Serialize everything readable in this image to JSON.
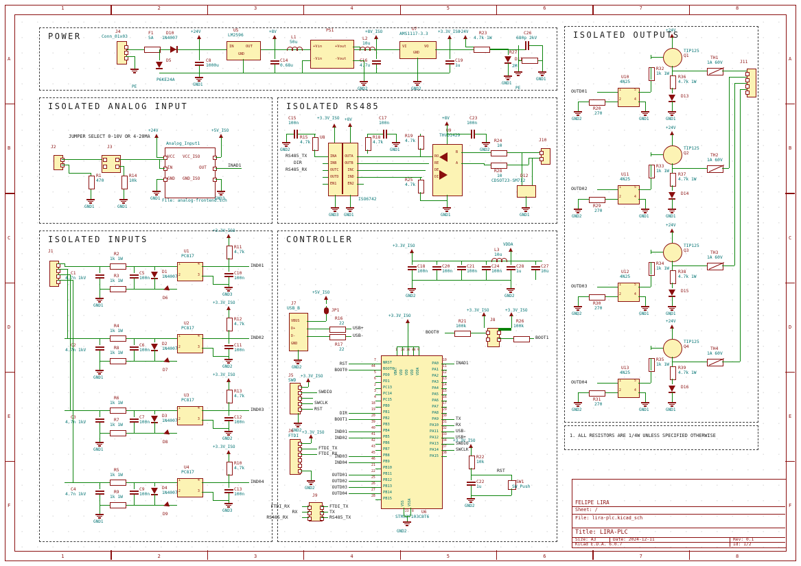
{
  "sheet_border": {
    "columns": [
      "1",
      "2",
      "3",
      "4",
      "5",
      "6",
      "7",
      "8"
    ],
    "rows": [
      "A",
      "B",
      "C",
      "D",
      "E",
      "F"
    ]
  },
  "title_block": {
    "company": "FELIPE LIRA",
    "sheet_label": "Sheet: /",
    "file_label": "File: lira-plc.kicad_sch",
    "title_label": "Title: LIRA-PLC",
    "size_label": "Size: A3",
    "date_label": "Date: 2024-12-11",
    "rev_label": "Rev: 0.1",
    "tool_label": "KiCad E.D.A. 6.0.7",
    "id_label": "Id: 1/2"
  },
  "note_box": {
    "line1": "1. ALL RESISTORS ARE 1/4W UNLESS SPECIFIED OTHERWISE"
  },
  "sections": {
    "power": {
      "title": "POWER"
    },
    "analog": {
      "title": "ISOLATED ANALOG INPUT",
      "note": "JUMPER SELECT 0-10V OR 4-20MA"
    },
    "rs485": {
      "title": "ISOLATED RS485"
    },
    "inputs": {
      "title": "ISOLATED INPUTS"
    },
    "controller": {
      "title": "CONTROLLER"
    },
    "outputs": {
      "title": "ISOLATED OUTPUTS"
    }
  },
  "nets": {
    "p24": "+24V",
    "p8": "+8V",
    "p8iso": "+8V_ISO",
    "p33iso": "+3.3V_ISO",
    "p5iso": "+5V_ISO",
    "vdda": "VDDA",
    "gnd1": "GND1",
    "gnd2": "GND2",
    "gnd3": "GND3",
    "pe": "PE",
    "rst": "RST",
    "boot0": "BOOT0",
    "boot1": "BOOT1",
    "dir": "DIR",
    "tx": "TX",
    "rx": "RX",
    "usbp": "USB+",
    "usbm": "USB-",
    "swdio": "SWDIO",
    "swclk": "SWCLK",
    "ftdi_tx": "FTDI_TX",
    "ftdi_rx": "FTDI_RX",
    "rs485_tx": "RS485_TX",
    "rs485_rx": "RS485_RX",
    "inad1": "INAD1",
    "ind01": "IND01",
    "ind02": "IND02",
    "ind03": "IND03",
    "ind04": "IND04",
    "outd01": "OUTD01",
    "outd02": "OUTD02",
    "outd03": "OUTD03",
    "outd04": "OUTD04"
  },
  "components": {
    "J4": {
      "ref": "J4",
      "value": "Conn_01x03"
    },
    "F1": {
      "ref": "F1",
      "value": "5A"
    },
    "D10": {
      "ref": "D10",
      "value": "1N4007"
    },
    "D5": {
      "ref": "D5",
      "value": "P6KE24A"
    },
    "C8": {
      "ref": "C8",
      "value": "1000u"
    },
    "U5": {
      "ref": "U5",
      "value": "LM2596"
    },
    "C14": {
      "ref": "C14",
      "value": "0.68u"
    },
    "L1": {
      "ref": "L1",
      "value": "50u"
    },
    "PS1": {
      "ref": "PS1",
      "value": ""
    },
    "L2": {
      "ref": "L2",
      "value": "10u"
    },
    "C16": {
      "ref": "C16",
      "value": "4.7u"
    },
    "U7": {
      "ref": "U7",
      "value": "AMS1117-3.3"
    },
    "C19": {
      "ref": "C19",
      "value": "1u"
    },
    "R23": {
      "ref": "R23",
      "value": "4.7k 1W"
    },
    "D11": {
      "ref": "D11",
      "value": ""
    },
    "C26": {
      "ref": "C26",
      "value": "680p 2kV"
    },
    "R27": {
      "ref": "R27",
      "value": "2M"
    },
    "J2": {
      "ref": "J2",
      "value": ""
    },
    "J3": {
      "ref": "J3",
      "value": ""
    },
    "R1": {
      "ref": "R1",
      "value": "470"
    },
    "R14": {
      "ref": "R14",
      "value": "10k"
    },
    "C15": {
      "ref": "C15",
      "value": "100n"
    },
    "R15": {
      "ref": "R15",
      "value": "4.7k"
    },
    "U8": {
      "ref": "U8",
      "value": "ISO6742"
    },
    "R18": {
      "ref": "R18",
      "value": "4.7k"
    },
    "C17": {
      "ref": "C17",
      "value": "100n"
    },
    "R19": {
      "ref": "R19",
      "value": "4.7k"
    },
    "U9": {
      "ref": "U9",
      "value": "THVD1429"
    },
    "C23": {
      "ref": "C23",
      "value": "100n"
    },
    "R25": {
      "ref": "R25",
      "value": "4.7k"
    },
    "R24": {
      "ref": "R24",
      "value": "10"
    },
    "R28": {
      "ref": "R28",
      "value": "10"
    },
    "J10": {
      "ref": "J10",
      "value": ""
    },
    "D12": {
      "ref": "D12",
      "value": "CDSOT23-SM712"
    },
    "J1": {
      "ref": "J1",
      "value": ""
    },
    "R2": {
      "ref": "R2",
      "value": "1k 1W"
    },
    "R3": {
      "ref": "R3",
      "value": "1k 1W"
    },
    "C1": {
      "ref": "C1",
      "value": "4.7n 1kV"
    },
    "C5": {
      "ref": "C5",
      "value": "100n"
    },
    "D1": {
      "ref": "D1",
      "value": "1N4007"
    },
    "D6": {
      "ref": "D6",
      "value": ""
    },
    "U1": {
      "ref": "U1",
      "value": "PC817"
    },
    "R11": {
      "ref": "R11",
      "value": "4.7k"
    },
    "C10": {
      "ref": "C10",
      "value": "100n"
    },
    "R4": {
      "ref": "R4",
      "value": "1k 1W"
    },
    "R8": {
      "ref": "R8",
      "value": "1k 1W"
    },
    "C2": {
      "ref": "C2",
      "value": "4.7n 1kV"
    },
    "C6": {
      "ref": "C6",
      "value": "100n"
    },
    "D2": {
      "ref": "D2",
      "value": "1N4007"
    },
    "D7": {
      "ref": "D7",
      "value": ""
    },
    "U2": {
      "ref": "U2",
      "value": "PC817"
    },
    "R12": {
      "ref": "R12",
      "value": "4.7k"
    },
    "C11": {
      "ref": "C11",
      "value": "100n"
    },
    "R6": {
      "ref": "R6",
      "value": "1k 1W"
    },
    "R7": {
      "ref": "R7",
      "value": "1k 1W"
    },
    "C3": {
      "ref": "C3",
      "value": "4.7n 1kV"
    },
    "C7": {
      "ref": "C7",
      "value": "100n"
    },
    "D3": {
      "ref": "D3",
      "value": "1N4007"
    },
    "D8": {
      "ref": "D8",
      "value": ""
    },
    "U3": {
      "ref": "U3",
      "value": "PC817"
    },
    "R13": {
      "ref": "R13",
      "value": "4.7k"
    },
    "C12": {
      "ref": "C12",
      "value": "100n"
    },
    "R5": {
      "ref": "R5",
      "value": "1k 1W"
    },
    "R9": {
      "ref": "R9",
      "value": "1k 1W"
    },
    "C4": {
      "ref": "C4",
      "value": "4.7n 1kV"
    },
    "C9": {
      "ref": "C9",
      "value": "100n"
    },
    "D4": {
      "ref": "D4",
      "value": "1N4007"
    },
    "D9": {
      "ref": "D9",
      "value": ""
    },
    "U4": {
      "ref": "U4",
      "value": "PC817"
    },
    "R10": {
      "ref": "R10",
      "value": "4.7k"
    },
    "C13": {
      "ref": "C13",
      "value": "100n"
    },
    "J7": {
      "ref": "J7",
      "value": "USB_B"
    },
    "JP1": {
      "ref": "JP1",
      "value": ""
    },
    "R16": {
      "ref": "R16",
      "value": "22"
    },
    "R17": {
      "ref": "R17",
      "value": "22"
    },
    "J5": {
      "ref": "J5",
      "value": "SWD"
    },
    "J6": {
      "ref": "J6",
      "value": "FTDI"
    },
    "J8": {
      "ref": "J8",
      "value": ""
    },
    "J9": {
      "ref": "J9",
      "value": ""
    },
    "R21": {
      "ref": "R21",
      "value": "100k"
    },
    "R26": {
      "ref": "R26",
      "value": "100k"
    },
    "R22": {
      "ref": "R22",
      "value": "10k"
    },
    "C22": {
      "ref": "C22",
      "value": "1u"
    },
    "SW1": {
      "ref": "SW1",
      "value": "SW_Push"
    },
    "L3": {
      "ref": "L3",
      "value": "10u"
    },
    "C18": {
      "ref": "C18",
      "value": "100n"
    },
    "C20": {
      "ref": "C20",
      "value": "100n"
    },
    "C21": {
      "ref": "C21",
      "value": "100n"
    },
    "C24": {
      "ref": "C24",
      "value": "100n"
    },
    "C28": {
      "ref": "C28",
      "value": "1u"
    },
    "C27": {
      "ref": "C27",
      "value": "10u"
    },
    "U6": {
      "ref": "U6",
      "value": "STM32F103C8T6"
    },
    "U10": {
      "ref": "U10",
      "value": "4N25"
    },
    "U11": {
      "ref": "U11",
      "value": "4N25"
    },
    "U12": {
      "ref": "U12",
      "value": "4N25"
    },
    "U13": {
      "ref": "U13",
      "value": "4N25"
    },
    "R20": {
      "ref": "R20",
      "value": "270"
    },
    "R29": {
      "ref": "R29",
      "value": "270"
    },
    "R30": {
      "ref": "R30",
      "value": "270"
    },
    "R31": {
      "ref": "R31",
      "value": "270"
    },
    "R32": {
      "ref": "R32",
      "value": "1k 1W"
    },
    "R33": {
      "ref": "R33",
      "value": "1k 1W"
    },
    "R34": {
      "ref": "R34",
      "value": "1k 1W"
    },
    "R35": {
      "ref": "R35",
      "value": "1k 1W"
    },
    "Q1": {
      "ref": "Q1",
      "value": "TIP125"
    },
    "Q2": {
      "ref": "Q2",
      "value": "TIP125"
    },
    "Q3": {
      "ref": "Q3",
      "value": "TIP125"
    },
    "Q4": {
      "ref": "Q4",
      "value": "TIP125"
    },
    "TH1": {
      "ref": "TH1",
      "value": "1A 60V"
    },
    "TH2": {
      "ref": "TH2",
      "value": "1A 60V"
    },
    "TH3": {
      "ref": "TH3",
      "value": "1A 60V"
    },
    "TH4": {
      "ref": "TH4",
      "value": "1A 60V"
    },
    "R36": {
      "ref": "R36",
      "value": "4.7k 1W"
    },
    "R37": {
      "ref": "R37",
      "value": "4.7k 1W"
    },
    "R38": {
      "ref": "R38",
      "value": "4.7k 1W"
    },
    "R39": {
      "ref": "R39",
      "value": "4.7k 1W"
    },
    "D13": {
      "ref": "D13",
      "value": ""
    },
    "D14": {
      "ref": "D14",
      "value": ""
    },
    "D15": {
      "ref": "D15",
      "value": ""
    },
    "D16": {
      "ref": "D16",
      "value": ""
    },
    "J11": {
      "ref": "J11",
      "value": ""
    }
  },
  "sheet_symbol": {
    "name": "Analog_Input1",
    "file": "File: analog-frontend.sch",
    "left_pins": [
      "VCC",
      "IN",
      "GND"
    ],
    "right_pins": [
      "VCC_ISO",
      "OUT",
      "GND_ISO"
    ]
  },
  "usb_pins": [
    "VBUS",
    "D+",
    "D-",
    "GND"
  ],
  "ps1_pins": {
    "left": [
      "+Vin",
      "-Vin"
    ],
    "right": [
      "+Vout",
      "-Vout"
    ]
  },
  "u5_pins": {
    "l": "IN",
    "r": "OUT",
    "b": "GND"
  },
  "u7_pins": {
    "l": "VI",
    "r": "VO",
    "b": "GND"
  },
  "iso_pins": {
    "left": [
      "INA",
      "INB",
      "OUTC",
      "OUTD",
      "EN1"
    ],
    "right": [
      "OUTA",
      "OUTB",
      "INC",
      "IND",
      "EN2"
    ]
  },
  "xcvr_pins": {
    "left": [
      "RO",
      "RE",
      "DE",
      "DI"
    ],
    "right": [
      "B",
      "A"
    ]
  },
  "swd_labels": [
    "SWDIO",
    "SWCLK",
    "RST"
  ],
  "ftdi_labels": [
    "FTDI_TX",
    "FTDI_RX"
  ],
  "j9_rows": [
    {
      "l": "FTDI_RX",
      "r": "FTDI_TX"
    },
    {
      "l": "RX",
      "r": "TX"
    },
    {
      "l": "RS485_RX",
      "r": "RS485_TX"
    }
  ],
  "mcu": {
    "top_pins": [
      {
        "num": "1",
        "name": "VBAT"
      },
      {
        "num": "24",
        "name": "VDD"
      },
      {
        "num": "36",
        "name": "VDD"
      },
      {
        "num": "48",
        "name": "VDD"
      },
      {
        "num": "9",
        "name": "VDDA"
      }
    ],
    "bottom_pins": [
      {
        "num": "23",
        "name": "VSS"
      },
      {
        "num": "8",
        "name": "VSSA"
      }
    ],
    "left_pins": [
      {
        "num": "7",
        "name": "NRST",
        "signal": "RST"
      },
      {
        "num": "44",
        "name": "BOOT0",
        "signal": "BOOT0"
      },
      {
        "num": "5",
        "name": "PD0"
      },
      {
        "num": "6",
        "name": "PD1"
      },
      {
        "num": "2",
        "name": "PC13"
      },
      {
        "num": "3",
        "name": "PC14"
      },
      {
        "num": "4",
        "name": "PC15"
      },
      {
        "num": "18",
        "name": "PB0"
      },
      {
        "num": "19",
        "name": "PB1",
        "signal": "DIR"
      },
      {
        "num": "20",
        "name": "PB2",
        "signal": "BOOT1"
      },
      {
        "num": "39",
        "name": "PB3"
      },
      {
        "num": "40",
        "name": "PB4",
        "signal": "IND01"
      },
      {
        "num": "41",
        "name": "PB5",
        "signal": "IND02"
      },
      {
        "num": "42",
        "name": "PB6"
      },
      {
        "num": "43",
        "name": "PB7"
      },
      {
        "num": "45",
        "name": "PB8",
        "signal": "IND03"
      },
      {
        "num": "46",
        "name": "PB9",
        "signal": "IND04"
      },
      {
        "num": "21",
        "name": "PB10"
      },
      {
        "num": "22",
        "name": "PB11",
        "signal": "OUTD01"
      },
      {
        "num": "25",
        "name": "PB12",
        "signal": "OUTD02"
      },
      {
        "num": "26",
        "name": "PB13",
        "signal": "OUTD03"
      },
      {
        "num": "27",
        "name": "PB14",
        "signal": "OUTD04"
      },
      {
        "num": "28",
        "name": "PB15"
      }
    ],
    "right_pins": [
      {
        "num": "10",
        "name": "PA0",
        "signal": "INAD1"
      },
      {
        "num": "11",
        "name": "PA1"
      },
      {
        "num": "12",
        "name": "PA2"
      },
      {
        "num": "13",
        "name": "PA3"
      },
      {
        "num": "14",
        "name": "PA4"
      },
      {
        "num": "15",
        "name": "PA5"
      },
      {
        "num": "16",
        "name": "PA6"
      },
      {
        "num": "17",
        "name": "PA7"
      },
      {
        "num": "29",
        "name": "PA8"
      },
      {
        "num": "30",
        "name": "PA9",
        "signal": "TX"
      },
      {
        "num": "31",
        "name": "PA10",
        "signal": "RX"
      },
      {
        "num": "32",
        "name": "PA11",
        "signal": "USB-"
      },
      {
        "num": "33",
        "name": "PA12",
        "signal": "USB+"
      },
      {
        "num": "34",
        "name": "PA13",
        "signal": "SWDIO"
      },
      {
        "num": "37",
        "name": "PA14",
        "signal": "SWCLK"
      },
      {
        "num": "38",
        "name": "PA15"
      }
    ]
  }
}
